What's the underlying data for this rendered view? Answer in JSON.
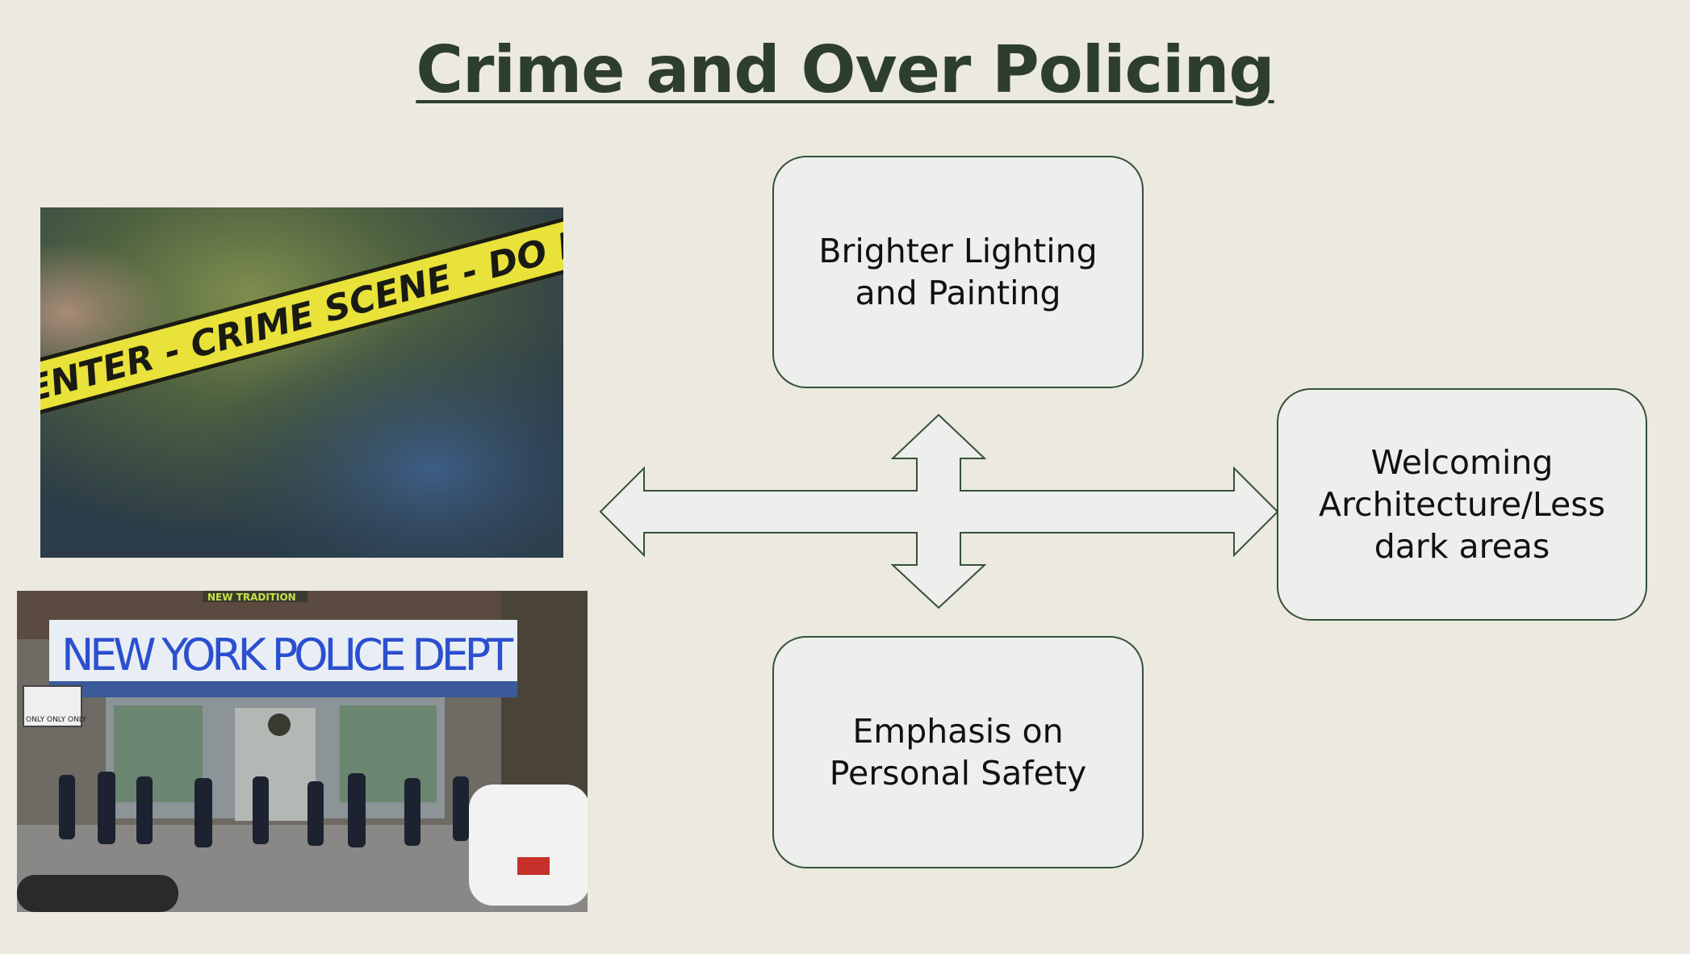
{
  "title": "Crime and Over Policing",
  "boxes": {
    "top": "Brighter Lighting\nand Painting",
    "right": "Welcoming\nArchitecture/Less\ndark areas",
    "bottom": "Emphasis on\nPersonal Safety"
  },
  "photos": {
    "tape_text": "ENTER - CRIME SCENE - DO N",
    "nypd_sign": "NEW YORK POLICE DEPT",
    "banner_text": "NEW TRADITION",
    "street_sign": "ONLY ONLY ONLY"
  },
  "colors": {
    "background": "#EBE9E0",
    "title": "#2E3E2E",
    "border": "#35503A",
    "box_fill": "#EEEEEC"
  }
}
